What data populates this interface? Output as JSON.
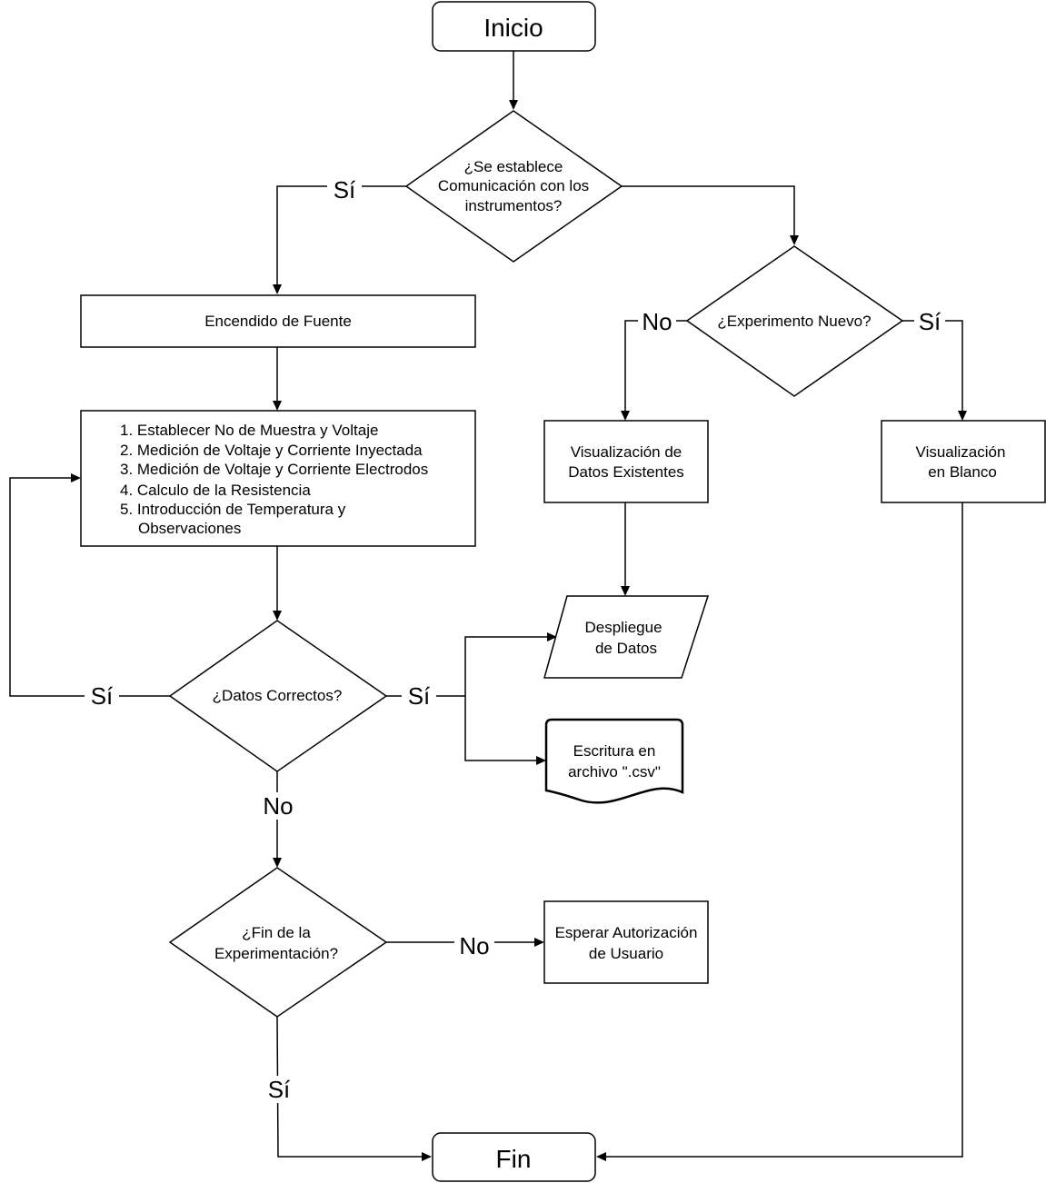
{
  "nodes": {
    "inicio": "Inicio",
    "fin": "Fin",
    "comunicacion": [
      "¿Se establece",
      "Comunicación con los",
      "instrumentos?"
    ],
    "encendido": "Encendido de Fuente",
    "pasos": [
      "1. Establecer No de Muestra y Voltaje",
      "2. Medición de Voltaje y Corriente Inyectada",
      "3. Medición de Voltaje y Corriente Electrodos",
      "4. Calculo de la Resistencia",
      "5. Introducción de Temperatura y",
      "Observaciones"
    ],
    "datos_correctos": "¿Datos Correctos?",
    "fin_experimentacion": [
      "¿Fin de la",
      "Experimentación?"
    ],
    "esperar": [
      "Esperar Autorización",
      "de Usuario"
    ],
    "experimento_nuevo": "¿Experimento Nuevo?",
    "visualizacion_datos": [
      "Visualización de",
      "Datos Existentes"
    ],
    "visualizacion_blanco": [
      "Visualización",
      "en Blanco"
    ],
    "despliegue": [
      "Despliegue",
      "de Datos"
    ],
    "escritura": [
      "Escritura en",
      "archivo \".csv\""
    ]
  },
  "edge_labels": {
    "comunicacion_si": "Sí",
    "experimento_no": "No",
    "experimento_si": "Sí",
    "datos_si_loop": "Sí",
    "datos_si_output": "Sí",
    "datos_no": "No",
    "fin_no": "No",
    "fin_si": "Sí"
  }
}
